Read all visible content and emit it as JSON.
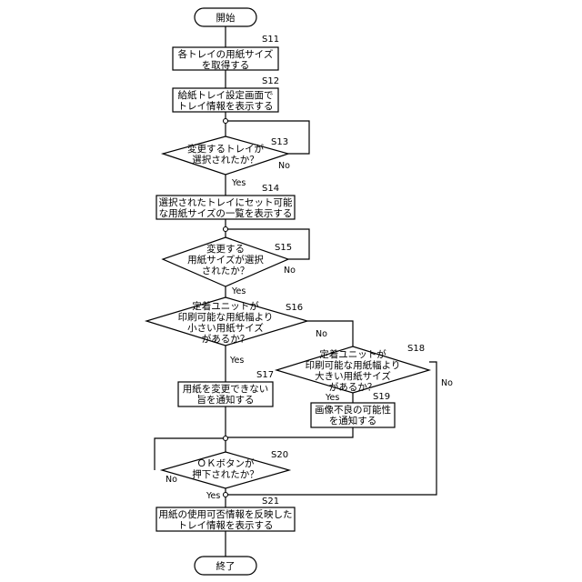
{
  "start": "開始",
  "end": "終了",
  "yes": "Yes",
  "no": "No",
  "steps": {
    "s11": {
      "label": "S11",
      "lines": [
        "各トレイの用紙サイズ",
        "を取得する"
      ]
    },
    "s12": {
      "label": "S12",
      "lines": [
        "給紙トレイ設定画面で",
        "トレイ情報を表示する"
      ]
    },
    "s13": {
      "label": "S13",
      "lines": [
        "変更するトレイが",
        "選択されたか？"
      ]
    },
    "s14": {
      "label": "S14",
      "lines": [
        "選択されたトレイにセット可能",
        "な用紙サイズの一覧を表示する"
      ]
    },
    "s15": {
      "label": "S15",
      "lines": [
        "変更する",
        "用紙サイズが選択",
        "されたか？"
      ]
    },
    "s16": {
      "label": "S16",
      "lines": [
        "定着ユニットが",
        "印刷可能な用紙幅より",
        "小さい用紙サイズ",
        "があるか？"
      ]
    },
    "s17": {
      "label": "S17",
      "lines": [
        "用紙を変更できない",
        "旨を通知する"
      ]
    },
    "s18": {
      "label": "S18",
      "lines": [
        "定着ユニットが",
        "印刷可能な用紙幅より",
        "大きい用紙サイズ",
        "があるか？"
      ]
    },
    "s19": {
      "label": "S19",
      "lines": [
        "画像不良の可能性",
        "を通知する"
      ]
    },
    "s20": {
      "label": "S20",
      "lines": [
        "ＯＫボタンが",
        "押下されたか？"
      ]
    },
    "s21": {
      "label": "S21",
      "lines": [
        "用紙の使用可否情報を反映した",
        "トレイ情報を表示する"
      ]
    }
  }
}
